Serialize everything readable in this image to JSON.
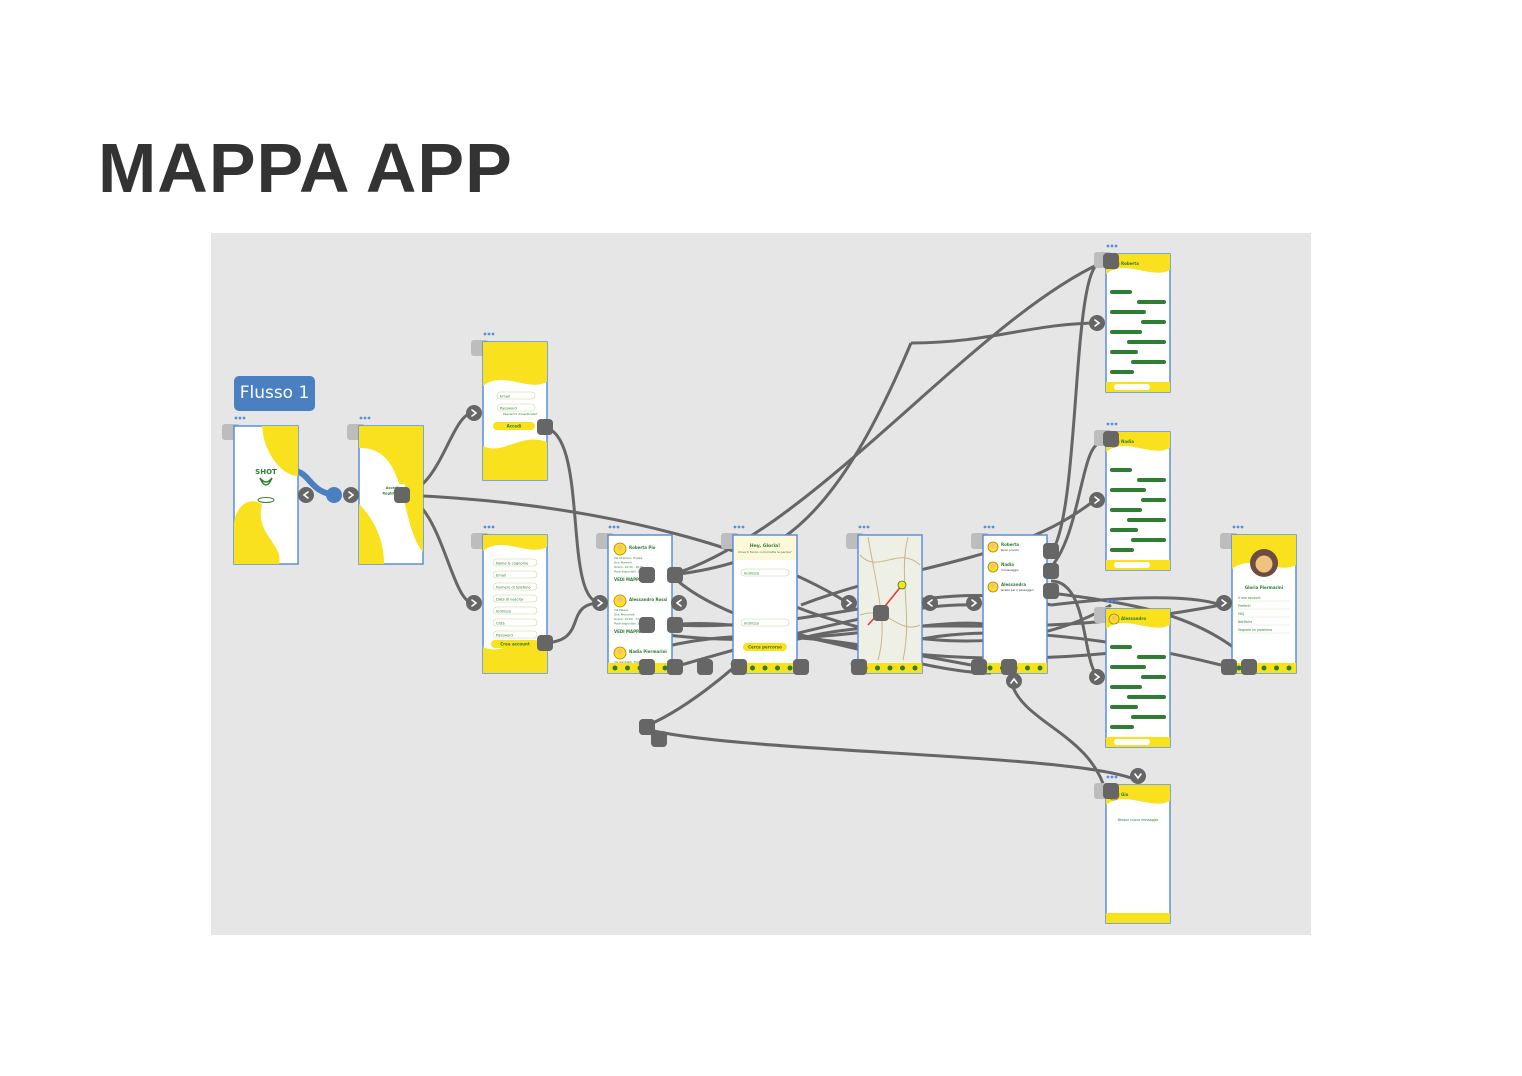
{
  "page": {
    "title": "MAPPA APP"
  },
  "canvas": {
    "flow_label": "Flusso 1"
  },
  "colors": {
    "canvas_bg": "#e6e6e6",
    "screen_yellow": "#f9e11e",
    "screen_green": "#2e7d32",
    "screen_border": "#5a8fd8",
    "flow_blue": "#4a7fc1",
    "wire_grey": "#666666",
    "title_dark": "#333333"
  },
  "screens": [
    {
      "id": "splash",
      "type": "splash",
      "logo": "SHOT"
    },
    {
      "id": "welcome",
      "type": "welcome",
      "lines": [
        "Accedi",
        "Registrati"
      ]
    },
    {
      "id": "login",
      "type": "form",
      "fields": [
        "Email",
        "Password",
        "Password dimenticata?"
      ],
      "button": "Accedi"
    },
    {
      "id": "signup",
      "type": "form",
      "fields": [
        "Nome & cognome",
        "Email",
        "Numero di telefono",
        "Data di nascita",
        "Indirizzo",
        "Città",
        "Password"
      ],
      "button": "Crea account"
    },
    {
      "id": "home",
      "type": "list",
      "items": [
        {
          "name": "Roberta Pio",
          "lines": [
            "Via Ortolano, Trieste",
            "Ora: Martedì",
            "Orario: 16:30 - 18:00",
            "Posti disponibili: 3"
          ],
          "link": "VEDI MAPPA"
        },
        {
          "name": "Alessandro Rossi",
          "lines": [
            "Via Milano",
            "Ora: Mercoledì",
            "Orario: 15:00 - 17:00",
            "Posti disponibili: 2"
          ],
          "link": "VEDI MAPPA"
        },
        {
          "name": "Nadia Piermarini",
          "lines": [
            "Via Garibaldi, Trieste"
          ],
          "link": ""
        }
      ]
    },
    {
      "id": "greeting",
      "type": "greeting",
      "title": "Hey, Gloria!",
      "subtitle": "Dove ti fanno corromatte le parole?",
      "fields": [
        "Indirizzo",
        "Indirizzo"
      ],
      "button": "Cerca percorso"
    },
    {
      "id": "map",
      "type": "map"
    },
    {
      "id": "chatlist",
      "type": "chatlist",
      "items": [
        {
          "name": "Roberta",
          "msg": "Buon pranzo"
        },
        {
          "name": "Nadia",
          "msg": "Il messaggio"
        },
        {
          "name": "Alessandra",
          "msg": "Grazie per il passaggio!"
        }
      ]
    },
    {
      "id": "chat-roberta",
      "type": "chat",
      "name": "Roberta"
    },
    {
      "id": "chat-nadia",
      "type": "chat",
      "name": "Nadia"
    },
    {
      "id": "chat-alessandro",
      "type": "chat",
      "name": "Alessandro"
    },
    {
      "id": "chat-empty",
      "type": "chat-empty",
      "name": "Gio",
      "note": "Nessun nuovo messaggio"
    },
    {
      "id": "profile",
      "type": "profile",
      "name": "Gloria Piermarini",
      "rows": [
        "Il mio account",
        "Preferiti",
        "FAQ",
        "Notifiche",
        "Segnala un problema"
      ]
    }
  ]
}
